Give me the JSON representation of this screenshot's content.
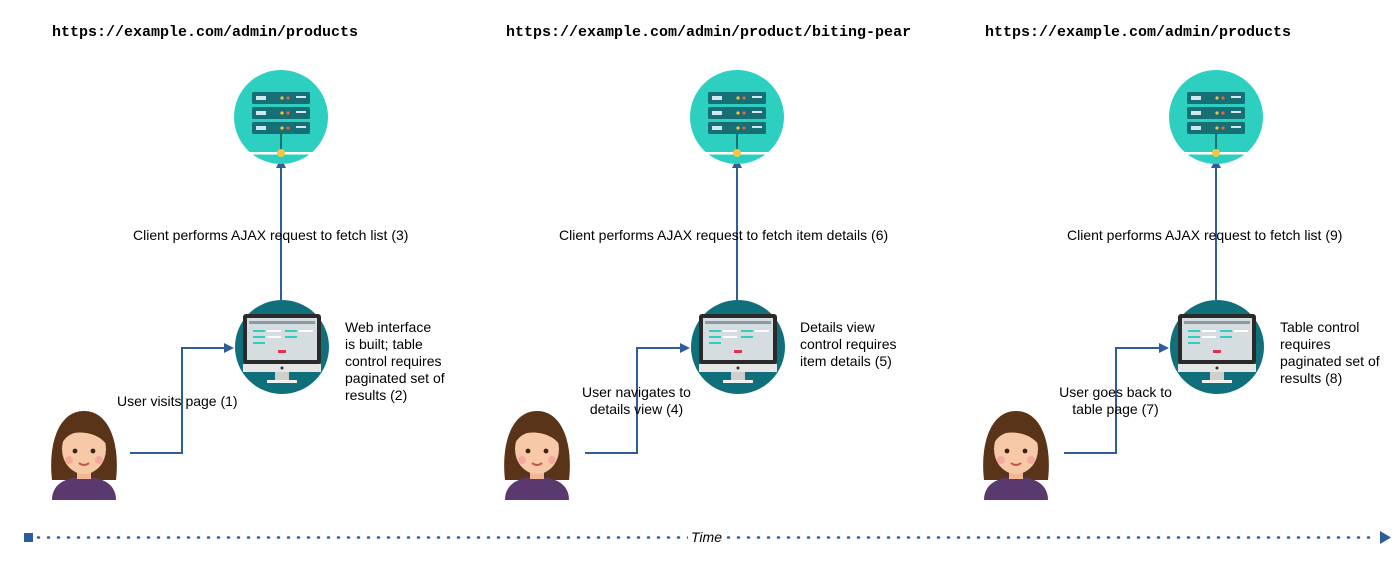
{
  "colors": {
    "arrow": "#2f5d9a",
    "server_circle": "#2dd0c0",
    "server_body": "#176f76",
    "monitor_circle": "#0f6f7a",
    "screen": "#d5dde0",
    "hair": "#5a3418",
    "skin": "#f7c9a8",
    "shirt": "#5a3a6e"
  },
  "icons": {
    "server": "server-icon",
    "monitor": "monitor-icon",
    "user": "user-avatar-icon"
  },
  "stages": [
    {
      "url": "https://example.com/admin/products",
      "ajax_label": "Client performs AJAX request to fetch list (3)",
      "user_label": "User visits page (1)",
      "note": "Web interface is built; table control requires paginated set of results (2)"
    },
    {
      "url": "https://example.com/admin/product/biting-pear",
      "ajax_label": "Client performs AJAX request to fetch item details (6)",
      "user_label": "User navigates to details view (4)",
      "note": "Details view control requires item details (5)"
    },
    {
      "url": "https://example.com/admin/products",
      "ajax_label": "Client performs AJAX request to fetch list (9)",
      "user_label": "User goes back to table page (7)",
      "note": "Table control requires paginated set of results (8)"
    }
  ],
  "timeline": {
    "label": "Time"
  }
}
